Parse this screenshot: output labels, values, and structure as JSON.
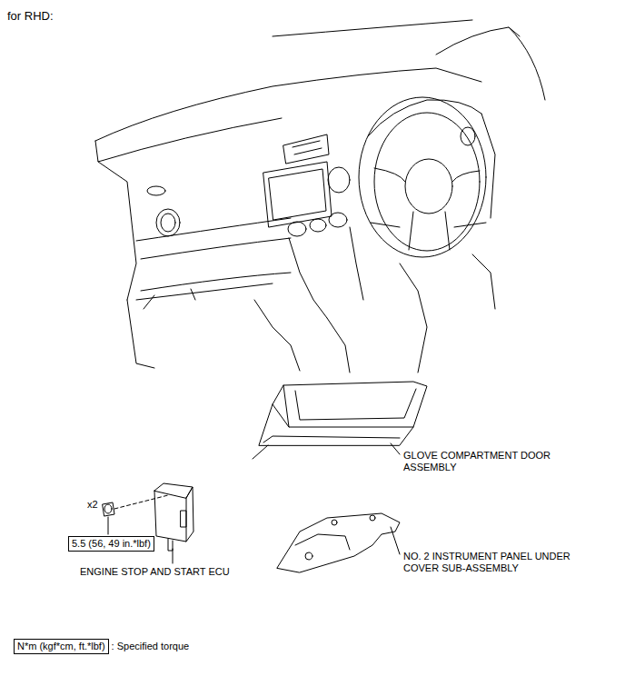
{
  "diagram": {
    "title": "for RHD:",
    "nodes": [
      {
        "text": [
          "5.5 (56, 49 in.*lbf)"
        ]
      },
      {
        "text": [
          "N*m (kgf*cm, ft.*lbf)"
        ]
      }
    ],
    "labels": [
      "x2",
      "GLOVE COMPARTMENT DOOR ASSEMBLY",
      "ENGINE STOP AND START ECU",
      "NO. 2 INSTRUMENT PANEL UNDER COVER SUB-ASSEMBLY",
      ": Specified torque"
    ]
  }
}
